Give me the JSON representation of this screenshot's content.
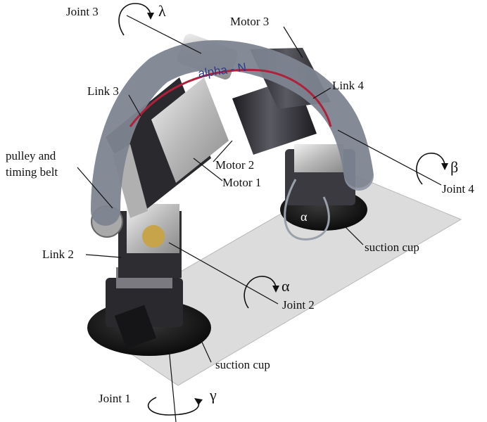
{
  "labels": {
    "joint3": "Joint 3",
    "lambda": "λ",
    "motor3": "Motor 3",
    "link3": "Link 3",
    "link4": "Link 4",
    "pulley_line1": "pulley and",
    "pulley_line2": "timing belt",
    "motor2": "Motor 2",
    "motor1": "Motor 1",
    "beta": "β",
    "joint4": "Joint 4",
    "alpha_small": "α",
    "suction_cup_right": "suction cup",
    "link2": "Link 2",
    "alpha": "α",
    "joint2": "Joint 2",
    "suction_cup_bottom": "suction cup",
    "joint1": "Joint 1",
    "gamma": "γ",
    "cable_text": "alpha - N"
  },
  "colors": {
    "cable": "#8f96a3",
    "cable_dark": "#5f6672",
    "wire_red": "#b0203a",
    "metal": "#c9c9c9",
    "motor_dark": "#2c2c30",
    "plate": "#d9d9d9",
    "suction": "#1a1a1a",
    "brass": "#c7a44a"
  }
}
